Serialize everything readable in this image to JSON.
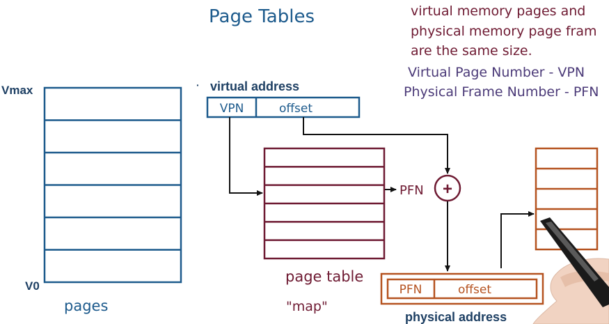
{
  "title": "Page Tables",
  "notes": {
    "line1": "virtual memory pages and",
    "line2": "physical memory page fram",
    "line3": "are the same size.",
    "vpn_line": "Virtual Page Number - VPN",
    "pfn_line": "Physical Frame Number - PFN"
  },
  "virtual_memory": {
    "top_label": "Vmax",
    "bottom_label": "V0",
    "caption": "pages",
    "page_count": 6
  },
  "virtual_address": {
    "label": "virtual address",
    "vpn_field": "VPN",
    "offset_field": "offset"
  },
  "page_table": {
    "caption": "page table",
    "alias": "\"map\"",
    "entry_count": 6,
    "output_label": "PFN"
  },
  "adder": {
    "symbol": "+"
  },
  "physical_address": {
    "label": "physical address",
    "pfn_field": "PFN",
    "offset_field": "offset"
  },
  "physical_memory": {
    "frame_count": 5
  },
  "colors": {
    "blue": "#1c5a8c",
    "maroon": "#6e1a32",
    "orange": "#b5521f",
    "purple": "#4b3a78",
    "black": "#111111",
    "navy_text": "#1d3f63"
  }
}
